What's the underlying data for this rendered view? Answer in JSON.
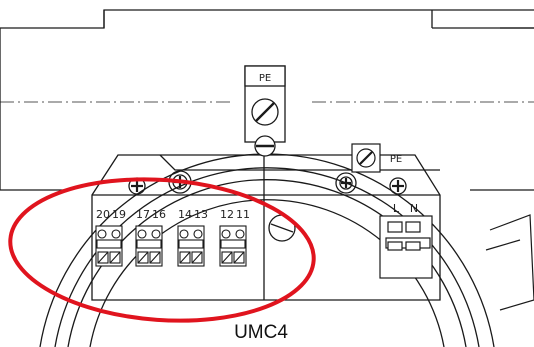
{
  "labels": {
    "pe_top": "PE",
    "pe_right": "PE",
    "terminal_pairs": [
      {
        "a": "20",
        "b": "19"
      },
      {
        "a": "17",
        "b": "16"
      },
      {
        "a": "14",
        "b": "13"
      },
      {
        "a": "12",
        "b": "11"
      }
    ],
    "power_l": "L",
    "power_n": "N"
  },
  "caption": "UMC4",
  "colors": {
    "line": "#1a1a1a",
    "highlight_ring": "#e0141e",
    "background": "#ffffff",
    "dashed_axis": "#555555"
  },
  "icons": {
    "screw": "phillips-screw-icon",
    "terminal_screw": "slotted-screw-icon"
  }
}
